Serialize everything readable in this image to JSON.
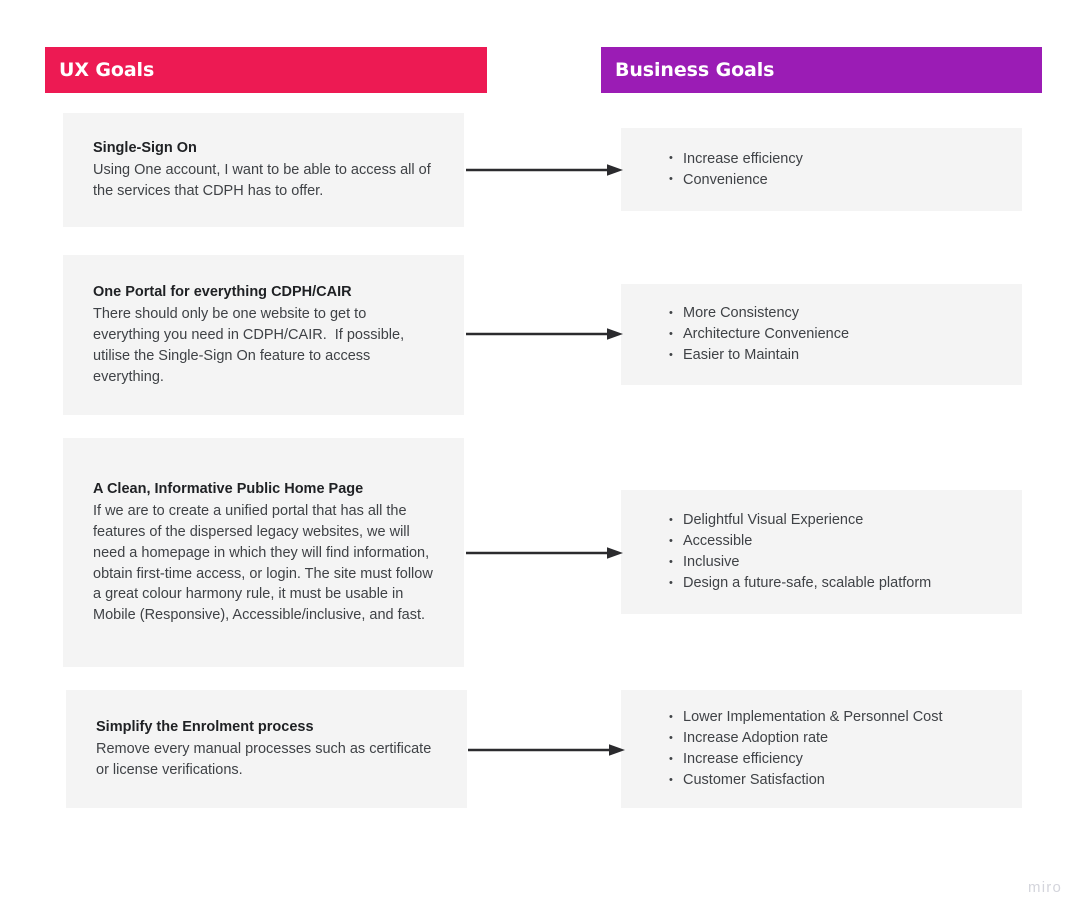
{
  "columns": {
    "ux": {
      "title": "UX Goals",
      "color": "#ED1A53"
    },
    "business": {
      "title": "Business Goals",
      "color": "#9B1CB5"
    }
  },
  "ux_goals": [
    {
      "title": "Single-Sign On",
      "body": "Using One account, I want to be able to access all of the services that CDPH has to offer."
    },
    {
      "title": "One Portal for everything CDPH/CAIR",
      "body": "There should only be one website to get to everything you need in CDPH/CAIR.  If possible, utilise the Single-Sign On feature to access everything."
    },
    {
      "title": "A Clean, Informative Public Home Page",
      "body": "If we are to create a unified portal that has all the features of the dispersed legacy websites, we will need a homepage in which they will find information, obtain first-time access, or login. The site must follow a great colour harmony rule, it must be usable in Mobile (Responsive), Accessible/inclusive, and fast."
    },
    {
      "title": "Simplify the Enrolment process",
      "body": "Remove every manual processes such as certificate or license verifications."
    }
  ],
  "business_goals": [
    {
      "items": [
        "Increase efficiency",
        "Convenience"
      ]
    },
    {
      "items": [
        "More Consistency",
        "Architecture Convenience",
        "Easier to Maintain"
      ]
    },
    {
      "items": [
        "Delightful Visual Experience",
        "Accessible",
        "Inclusive",
        "Design a future-safe, scalable platform"
      ]
    },
    {
      "items": [
        "Lower Implementation & Personnel Cost",
        "Increase Adoption rate",
        "Increase efficiency",
        "Customer Satisfaction"
      ]
    }
  ],
  "connectors": [
    {
      "name": "arrow-1"
    },
    {
      "name": "arrow-2"
    },
    {
      "name": "arrow-3"
    },
    {
      "name": "arrow-4"
    }
  ],
  "watermark": {
    "label": "miro"
  }
}
